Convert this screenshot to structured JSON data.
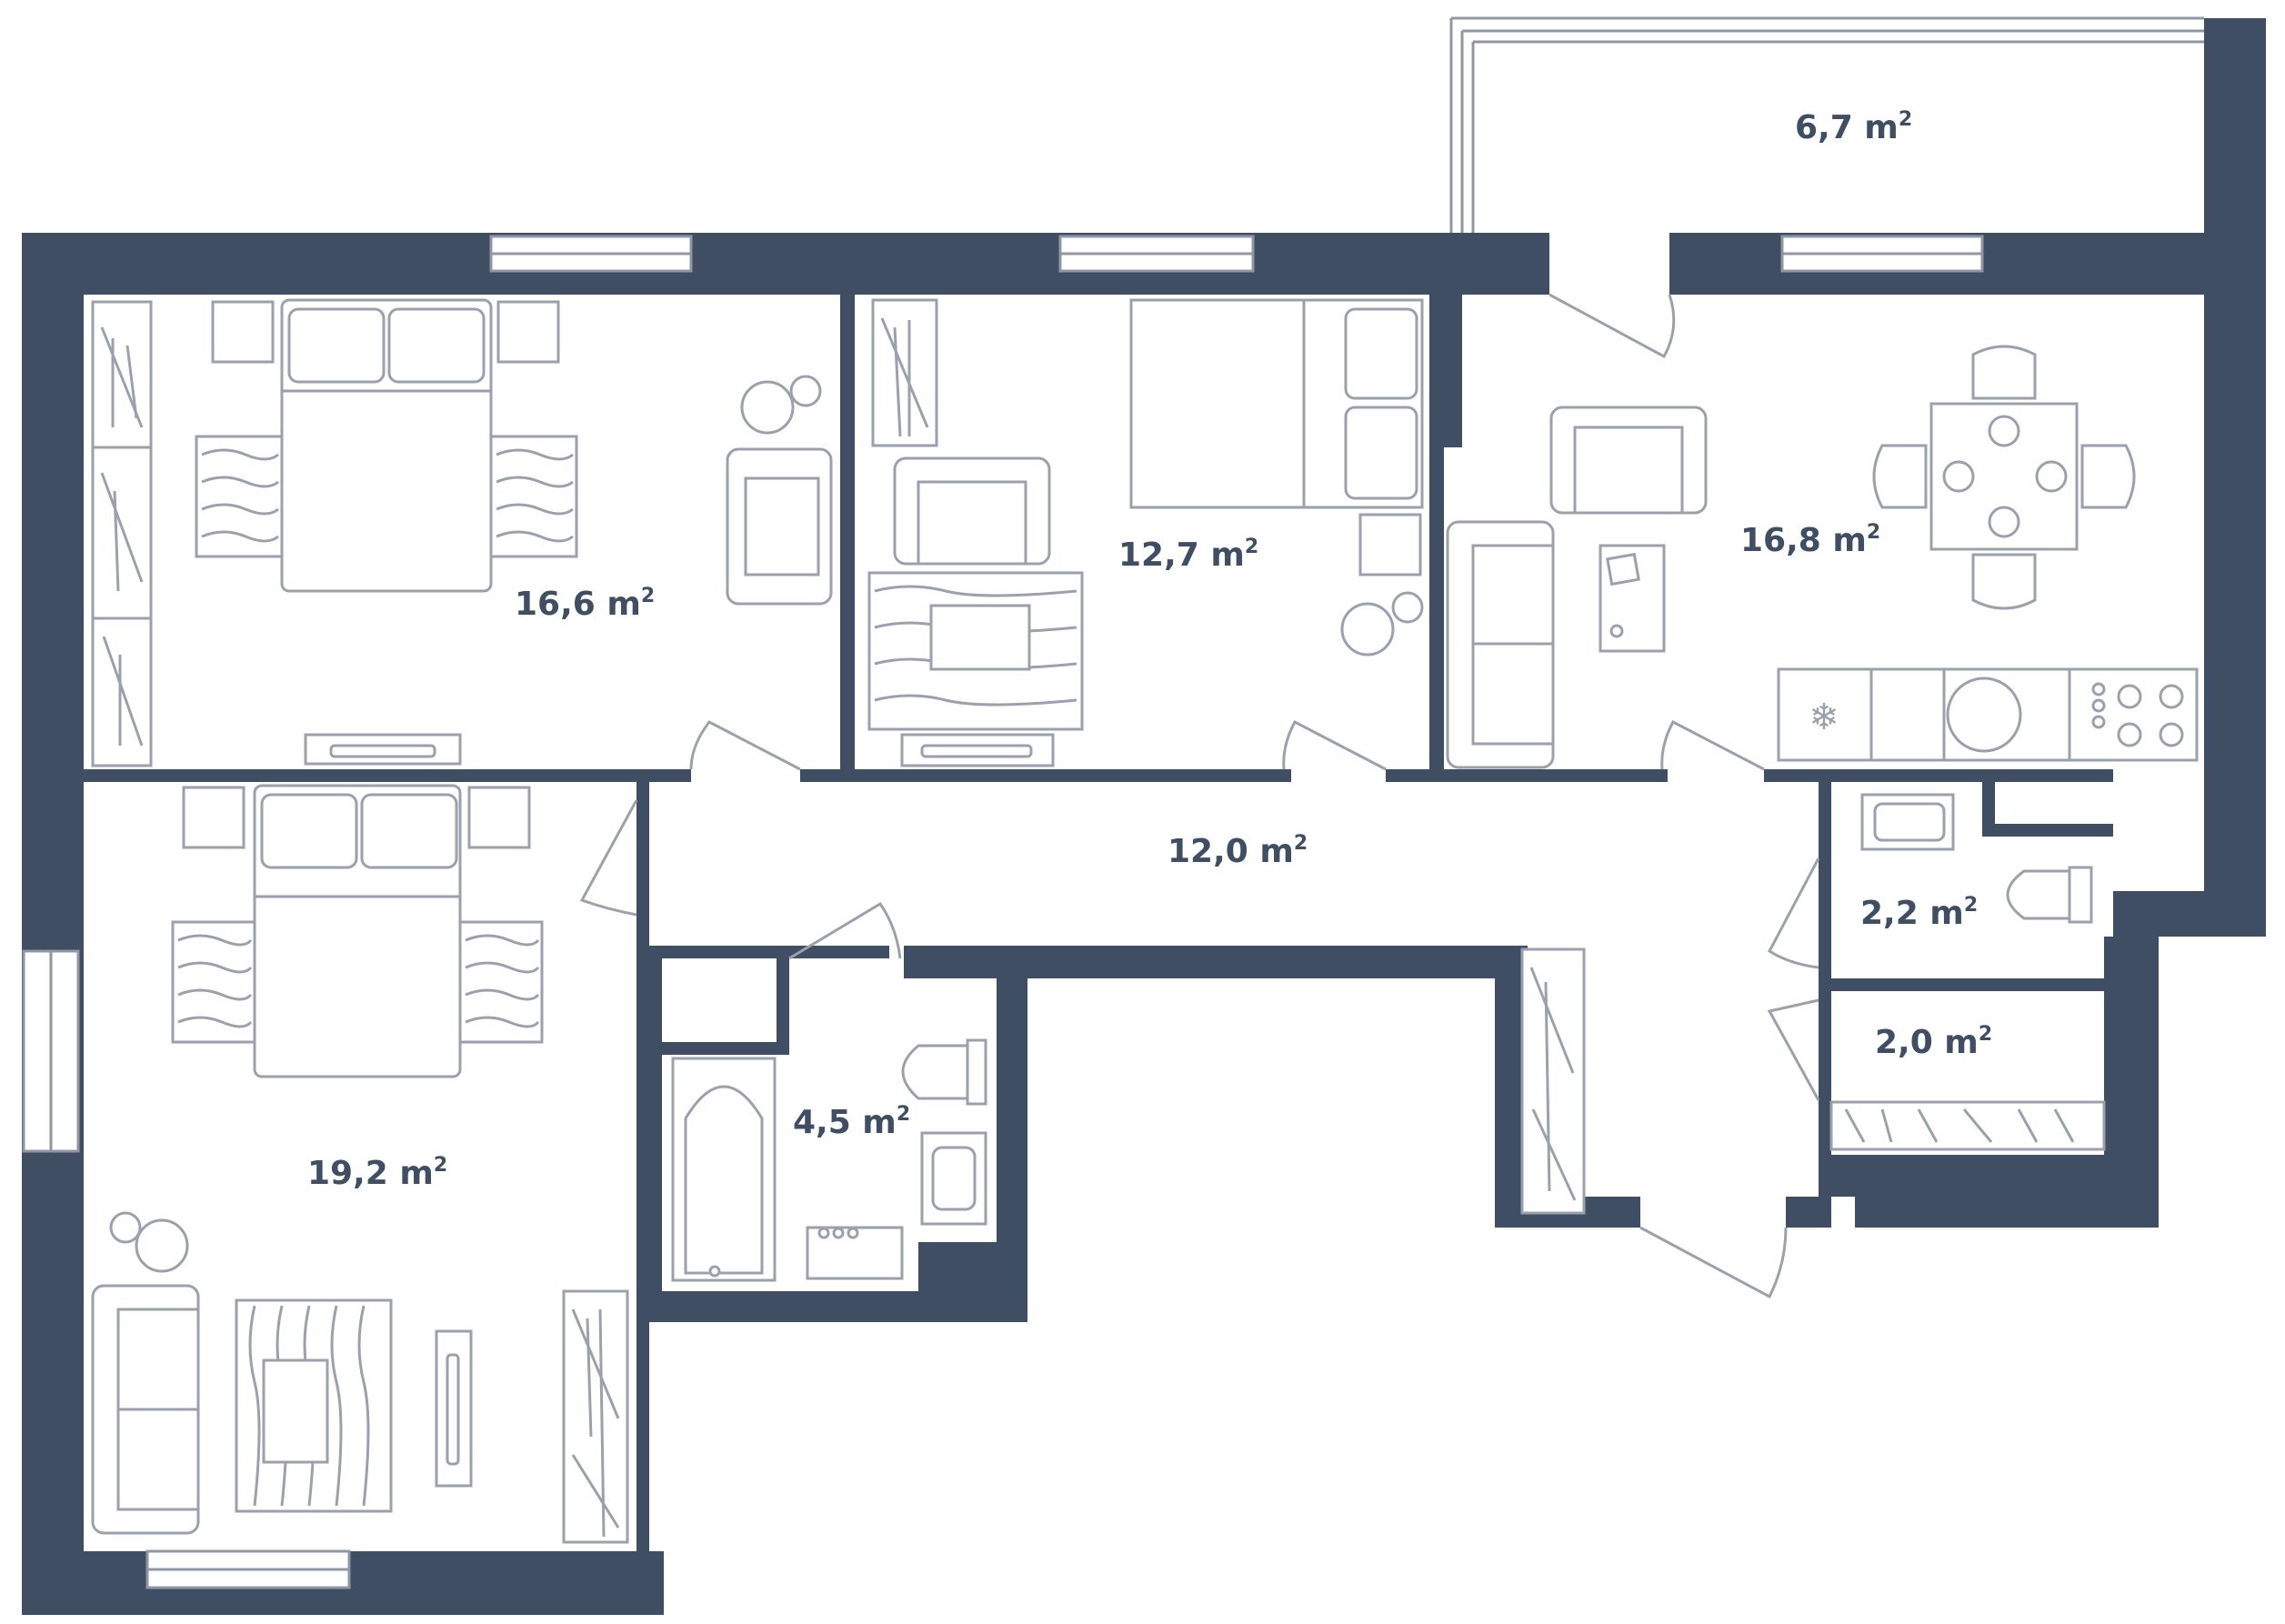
{
  "colors": {
    "wall": "#3f4e63",
    "furniture_stroke": "#9aa1ad",
    "background": "#ffffff"
  },
  "rooms": [
    {
      "id": "bedroom-1",
      "area": "16,6 m",
      "sup": "2"
    },
    {
      "id": "bedroom-2",
      "area": "12,7 m",
      "sup": "2"
    },
    {
      "id": "kitchen-living",
      "area": "16,8 m",
      "sup": "2"
    },
    {
      "id": "balcony",
      "area": "6,7 m",
      "sup": "2"
    },
    {
      "id": "hallway",
      "area": "12,0 m",
      "sup": "2"
    },
    {
      "id": "bedroom-3",
      "area": "19,2 m",
      "sup": "2"
    },
    {
      "id": "bathroom",
      "area": "4,5 m",
      "sup": "2"
    },
    {
      "id": "toilet",
      "area": "2,2 m",
      "sup": "2"
    },
    {
      "id": "storage",
      "area": "2,0 m",
      "sup": "2"
    }
  ],
  "icons": {
    "fridge": "snowflake-icon"
  }
}
